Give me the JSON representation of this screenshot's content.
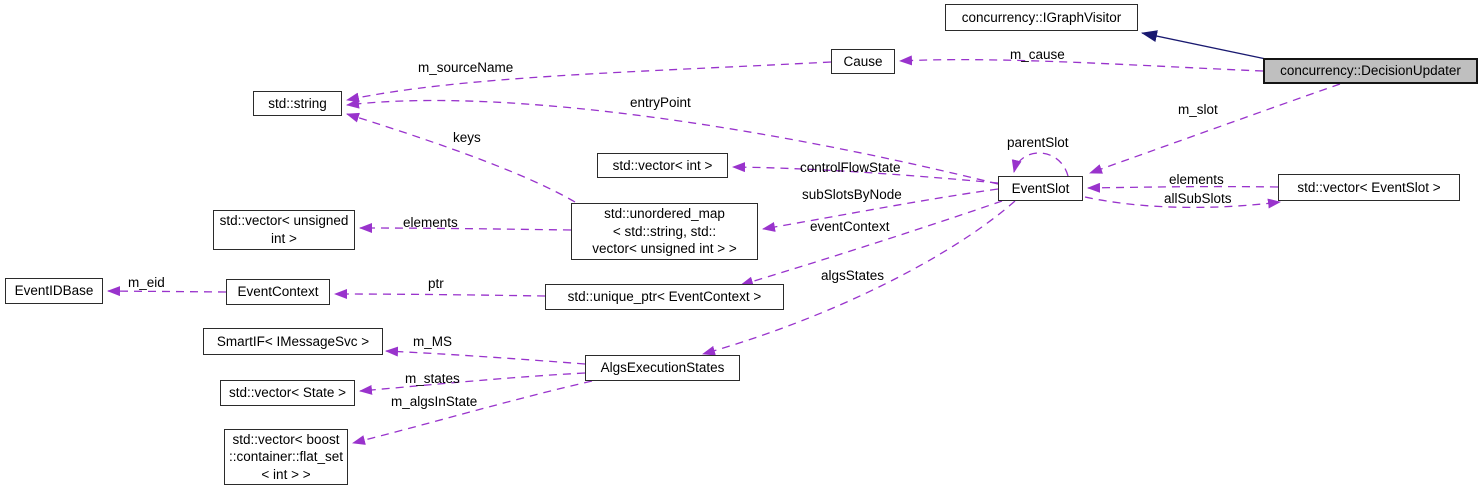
{
  "diagram": {
    "type": "collaboration-graph",
    "colors": {
      "usage_edge": "#9933cc",
      "inheritance_edge": "#191970",
      "node_border": "#2b2b2b",
      "node_fill": "#ffffff",
      "highlight_node_fill": "#bfbfbf",
      "background": "#ffffff"
    },
    "nodes": {
      "igraphvisitor": {
        "label": "concurrency::IGraphVisitor"
      },
      "decisionupdater": {
        "label": "concurrency::DecisionUpdater"
      },
      "cause": {
        "label": "Cause"
      },
      "stdstring": {
        "label": "std::string"
      },
      "vectorint": {
        "label": "std::vector< int >"
      },
      "unorderedmap": {
        "label": "std::unordered_map\n< std::string, std::\nvector< unsigned int > >"
      },
      "vectorunsignedint": {
        "label": "std::vector< unsigned\nint >"
      },
      "eventidbase": {
        "label": "EventIDBase"
      },
      "eventcontext": {
        "label": "EventContext"
      },
      "uniqueptr": {
        "label": "std::unique_ptr< EventContext >"
      },
      "smartif": {
        "label": "SmartIF< IMessageSvc >"
      },
      "vectorstate": {
        "label": "std::vector< State >"
      },
      "vectorflatset": {
        "label": "std::vector< boost\n::container::flat_set\n< int > >"
      },
      "algsexecutionstates": {
        "label": "AlgsExecutionStates"
      },
      "eventslot": {
        "label": "EventSlot"
      },
      "vectoreventslot": {
        "label": "std::vector< EventSlot >"
      }
    },
    "edge_labels": {
      "m_sourceName": "m_sourceName",
      "m_cause": "m_cause",
      "entryPoint": "entryPoint",
      "keys": "keys",
      "controlFlowState": "controlFlowState",
      "subSlotsByNode": "subSlotsByNode",
      "parentSlot": "parentSlot",
      "m_slot": "m_slot",
      "elements_right": "elements",
      "allSubSlots": "allSubSlots",
      "elements_left": "elements",
      "eventContext": "eventContext",
      "algsStates": "algsStates",
      "m_eid": "m_eid",
      "ptr": "ptr",
      "m_MS": "m_MS",
      "m_states": "m_states",
      "m_algsInState": "m_algsInState"
    }
  }
}
